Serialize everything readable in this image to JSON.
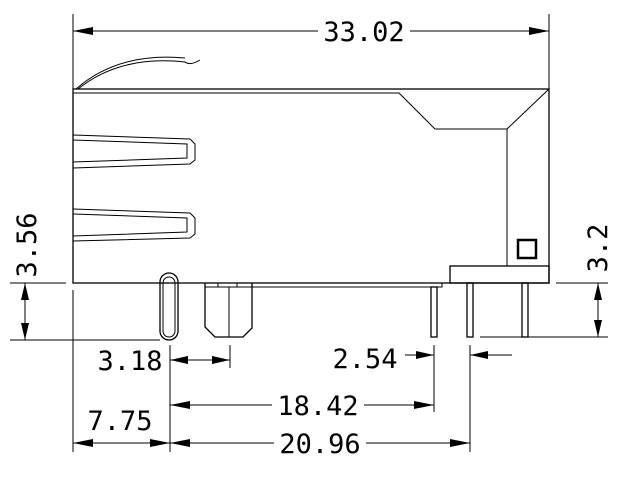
{
  "dimensions": {
    "overall_length": "33.02",
    "left_height": "3.56",
    "right_height": "3.2",
    "pin_offset_a": "3.18",
    "pin_pitch": "2.54",
    "pin_span_a": "18.42",
    "front_offset": "7.75",
    "pin_span_b": "20.96"
  }
}
